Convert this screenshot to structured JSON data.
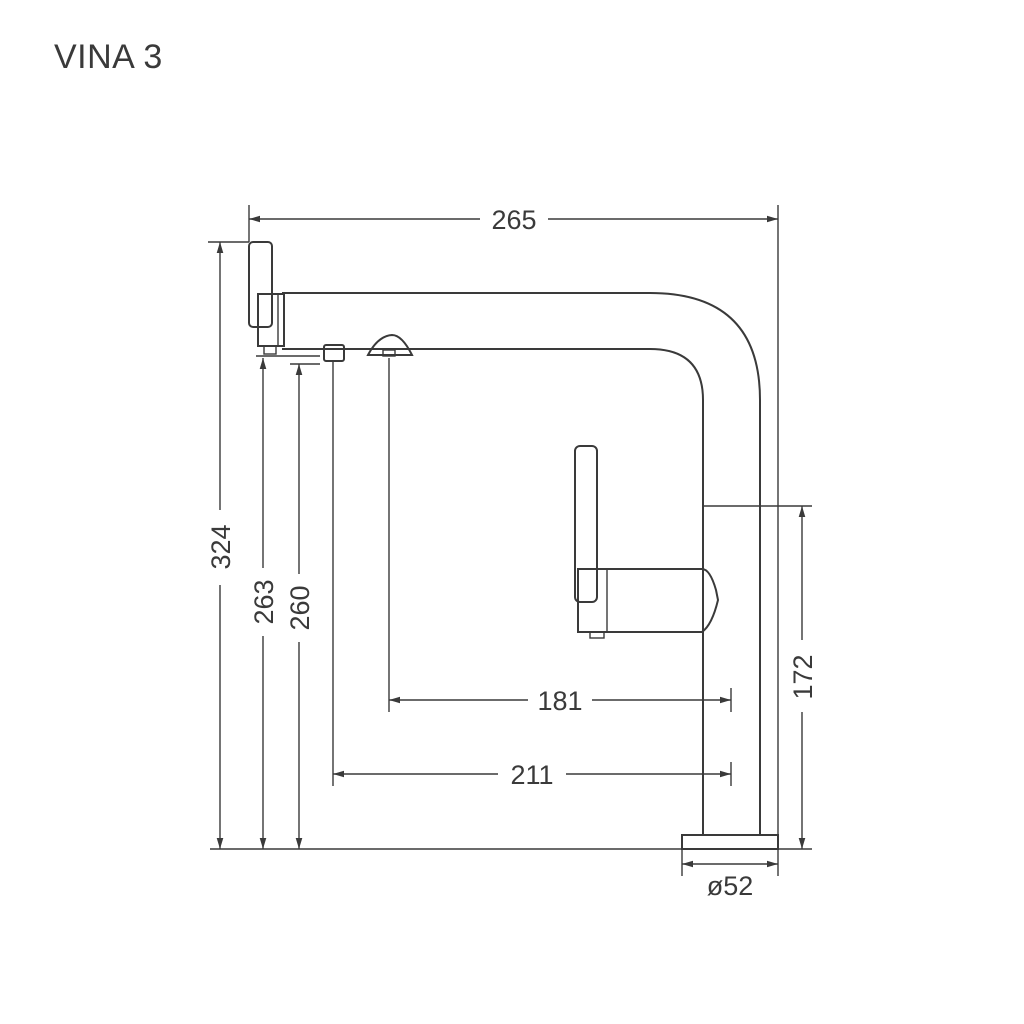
{
  "title": "VINA 3",
  "colors": {
    "line": "#3a3a3a",
    "background": "#ffffff"
  },
  "dimensions": {
    "overall_width": "265",
    "overall_height": "324",
    "height_263": "263",
    "height_260": "260",
    "lever_height": "172",
    "reach_181": "181",
    "reach_211": "211",
    "base_diameter": "ø52"
  }
}
